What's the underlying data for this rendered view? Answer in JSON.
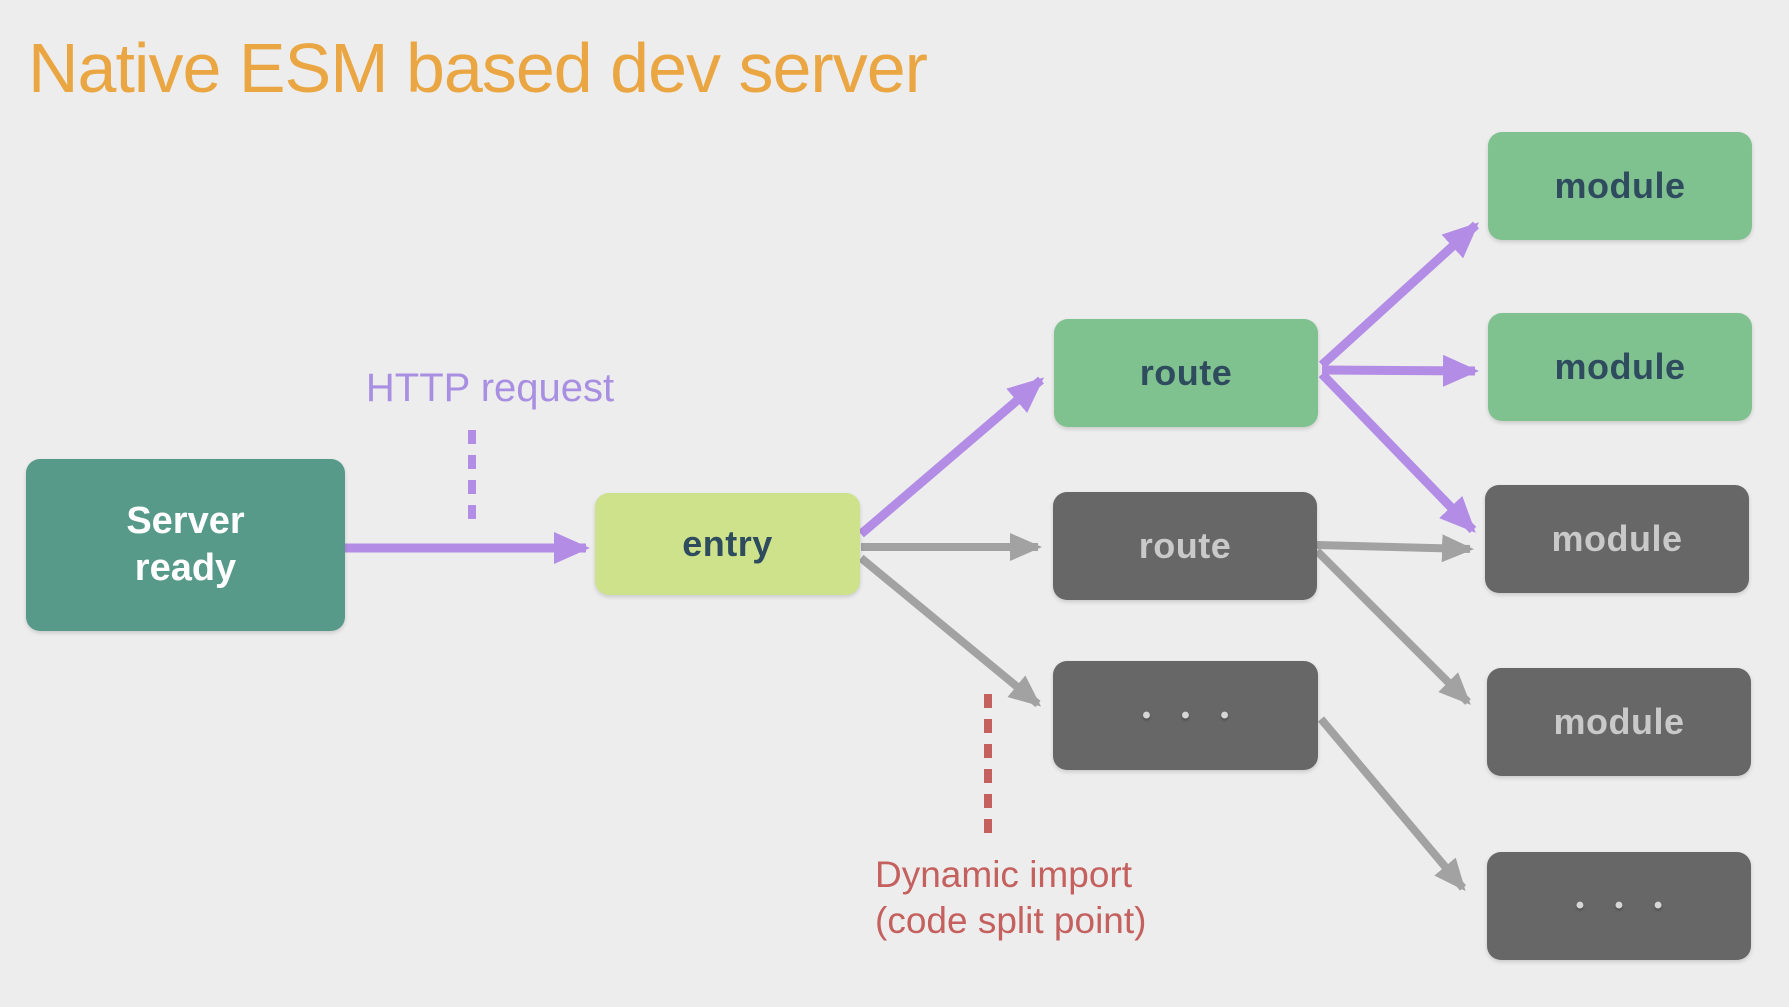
{
  "title": "Native ESM based dev server",
  "annotations": {
    "http_request": "HTTP request",
    "dynamic_import_line1": "Dynamic import",
    "dynamic_import_line2": "(code split point)"
  },
  "nodes": {
    "server": {
      "line1": "Server",
      "line2": "ready"
    },
    "entry": {
      "label": "entry"
    },
    "route_top": {
      "label": "route"
    },
    "route_mid": {
      "label": "route"
    },
    "routes_more": {
      "label": "• • •"
    },
    "module_top": {
      "label": "module"
    },
    "module_upper": {
      "label": "module"
    },
    "module_mid": {
      "label": "module"
    },
    "module_lower": {
      "label": "module"
    },
    "modules_more": {
      "label": "• • •"
    }
  },
  "colors": {
    "background": "#ededed",
    "title": "#eaa642",
    "box_teal": "#579a8a",
    "box_lime": "#cde28b",
    "box_green": "#80c190",
    "box_dark_gray": "#676767",
    "text_dark_slate": "#2e4c5e",
    "text_light_gray": "#c9c9c9",
    "text_white": "#ffffff",
    "arrow_purple": "#b38ce5",
    "arrow_gray": "#a2a2a2",
    "label_purple": "#a98fe2",
    "label_red": "#c4605e"
  }
}
